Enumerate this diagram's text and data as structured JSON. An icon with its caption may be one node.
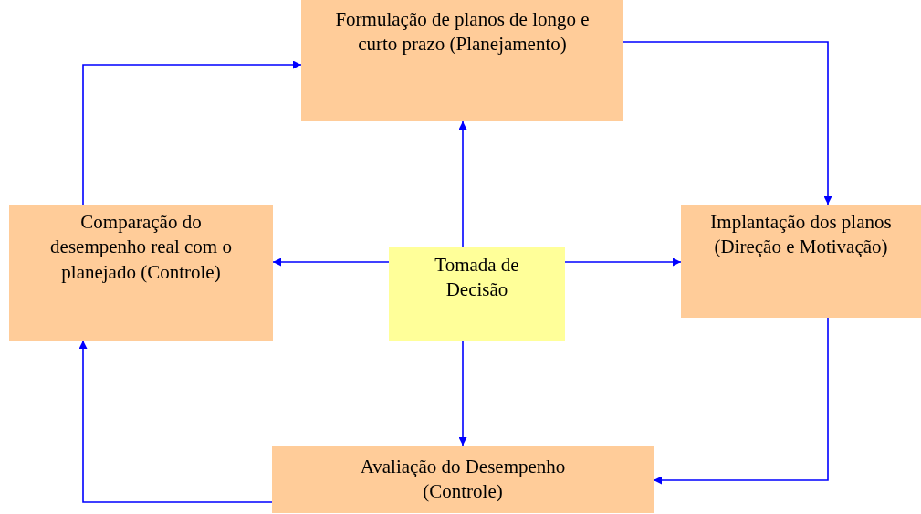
{
  "diagram": {
    "nodes": [
      {
        "text": [
          "Formulação de planos de longo e curto prazo (Planejamento)"
        ]
      },
      {
        "text": [
          "Implantação dos planos (Direção e Motivação)"
        ]
      },
      {
        "text": [
          "Avaliação do Desempenho (Controle)"
        ]
      },
      {
        "text": [
          "Comparação do desempenho real com o planejado (Controle)"
        ]
      },
      {
        "text": [
          "Tomada de Decisão"
        ]
      }
    ],
    "edges": [
      {
        "from": 0,
        "to": 1,
        "arrow": "to"
      },
      {
        "from": 1,
        "to": 2,
        "arrow": "to"
      },
      {
        "from": 2,
        "to": 3,
        "arrow": "to"
      },
      {
        "from": 3,
        "to": 0,
        "arrow": "to"
      },
      {
        "from": 4,
        "to": 0,
        "arrow": "to"
      },
      {
        "from": 4,
        "to": 1,
        "arrow": "to"
      },
      {
        "from": 4,
        "to": 2,
        "arrow": "to"
      },
      {
        "from": 4,
        "to": 3,
        "arrow": "to"
      }
    ]
  }
}
